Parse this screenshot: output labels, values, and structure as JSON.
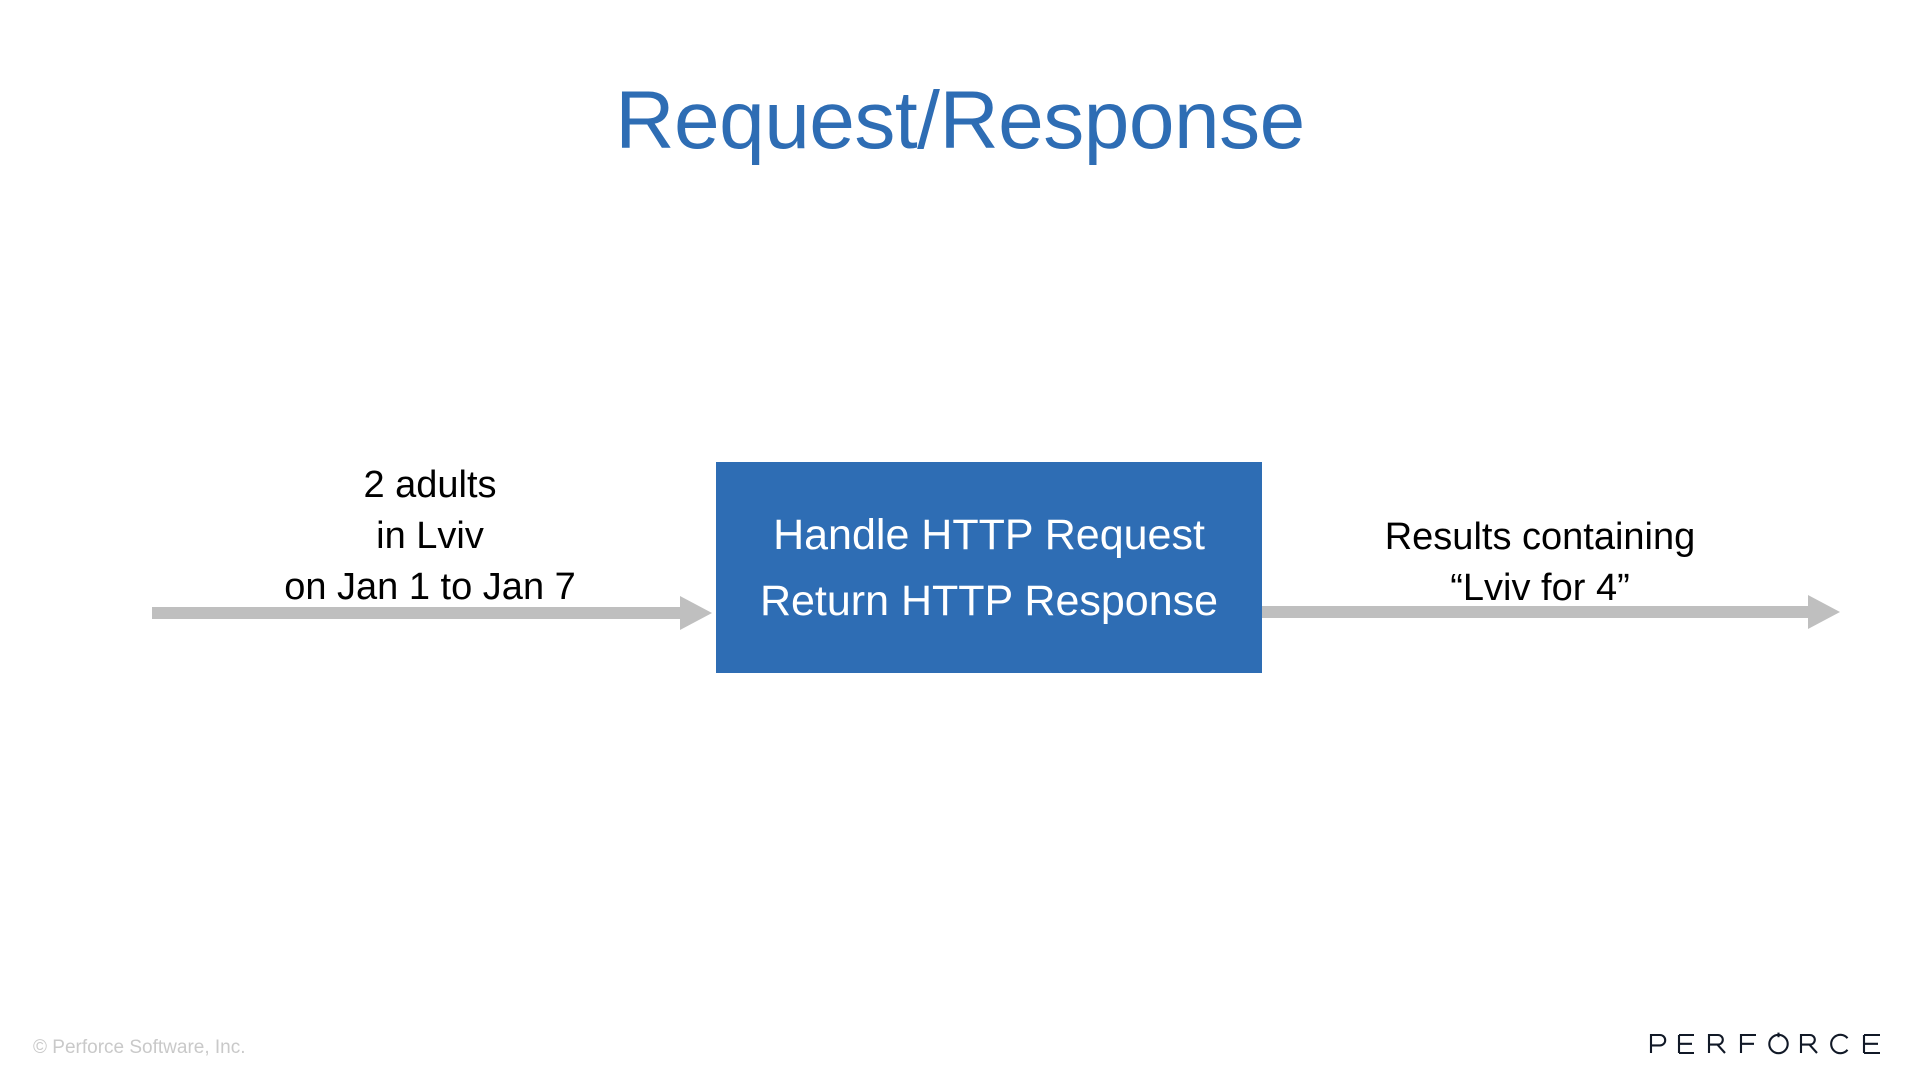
{
  "slide": {
    "title": "Request/Response",
    "title_color": "#2E6DB4",
    "background_color": "#FFFFFF"
  },
  "diagram": {
    "type": "request-response-flow",
    "request_label": {
      "lines": [
        "2 adults",
        "in Lviv",
        "on Jan 1 to Jan 7"
      ],
      "color": "#000000"
    },
    "process_box": {
      "lines": [
        "Handle HTTP Request",
        "Return HTTP Response"
      ],
      "fill_color": "#2E6DB4",
      "text_color": "#FFFFFF"
    },
    "response_label": {
      "lines": [
        "Results containing",
        "“Lviv for 4”"
      ],
      "color": "#000000"
    },
    "arrows": [
      {
        "name": "request-arrow",
        "direction": "right",
        "color": "#BFBFBF"
      },
      {
        "name": "response-arrow",
        "direction": "right",
        "color": "#BFBFBF"
      }
    ]
  },
  "footer": {
    "copyright": "© Perforce Software, Inc.",
    "copyright_color": "#C9C9C9",
    "logo_text": "PERFORCE",
    "logo_color": "#111927"
  }
}
